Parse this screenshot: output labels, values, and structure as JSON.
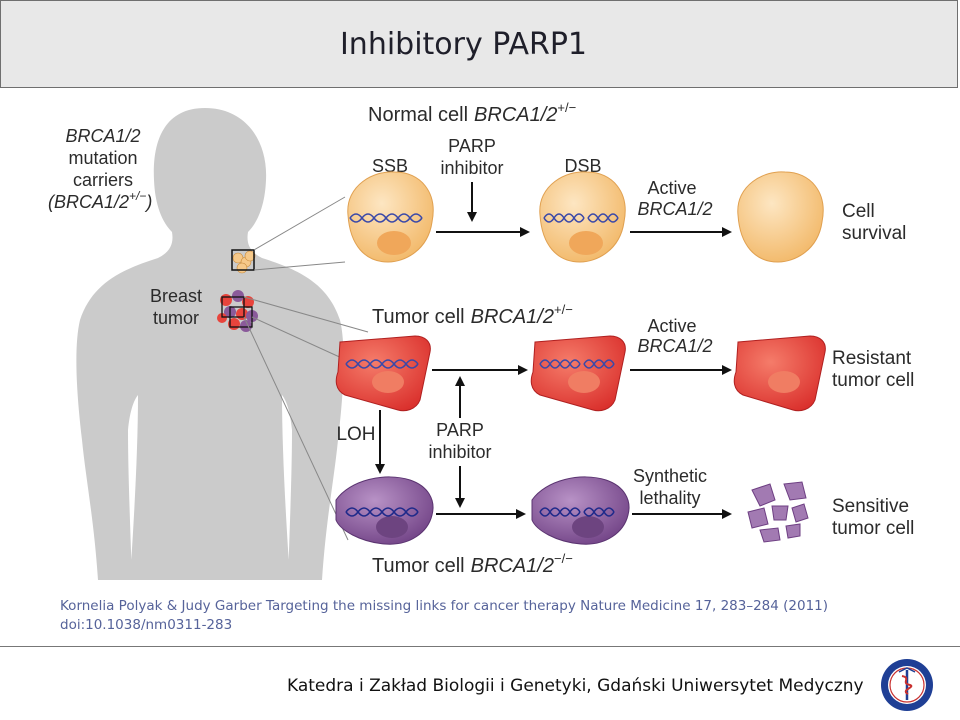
{
  "title": "Inhibitory PARP1",
  "figure": {
    "carriers_label": [
      "BRCA1/2",
      "mutation",
      "carriers"
    ],
    "carriers_genotype": "(BRCA1/2",
    "carriers_sup": "+/−",
    "carriers_close": ")",
    "breast_tumor_label": [
      "Breast",
      "tumor"
    ],
    "normal_row_title": "Normal cell",
    "normal_row_gene": "BRCA1/2",
    "normal_row_sup": "+/−",
    "ssb": "SSB",
    "dsb": "DSB",
    "parp_inhibitor_top": [
      "PARP",
      "inhibitor"
    ],
    "active_brca_top": [
      "Active",
      "BRCA1/2"
    ],
    "cell_survival": [
      "Cell",
      "survival"
    ],
    "tumor_row_title": "Tumor cell",
    "tumor_row_gene": "BRCA1/2",
    "tumor_row_sup": "+/−",
    "active_brca_mid": [
      "Active",
      "BRCA1/2"
    ],
    "resistant": [
      "Resistant",
      "tumor cell"
    ],
    "loh": "LOH",
    "parp_inhibitor_mid": [
      "PARP",
      "inhibitor"
    ],
    "synthetic_lethality": [
      "Synthetic",
      "lethality"
    ],
    "sensitive": [
      "Sensitive",
      "tumor cell"
    ],
    "bottom_row_title": "Tumor cell",
    "bottom_row_gene": "BRCA1/2",
    "bottom_row_sup": "−/−"
  },
  "citation": {
    "line1": "Kornelia Polyak & Judy Garber Targeting the missing links for cancer therapy Nature Medicine 17, 283–284 (2011)",
    "line2": "doi:10.1038/nm0311-283"
  },
  "footer": {
    "department": "Katedra i Zakład Biologii i Genetyki, Gdański Uniwersytet Medyczny"
  },
  "colors": {
    "normal_cell": "#f6c98a",
    "normal_nucleus": "#f0a75a",
    "tumor_cell": "#e8443c",
    "tumor_nucleus": "#f07d63",
    "loh_cell": "#8a5a9a",
    "loh_nucleus": "#6d4480",
    "silhouette": "#c9c9c9",
    "dna": "#3b49a8"
  }
}
